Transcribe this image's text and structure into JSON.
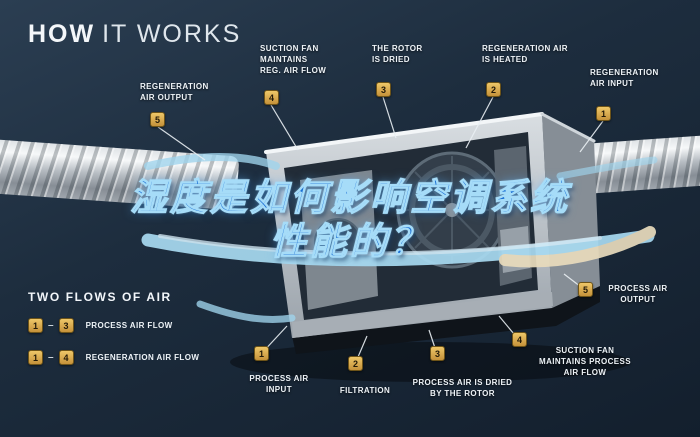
{
  "title": {
    "bold": "HOW",
    "light": "IT WORKS"
  },
  "overlay": {
    "text": "湿度是如何影响空调系统\n性能的？"
  },
  "legend": {
    "heading": "TWO FLOWS OF AIR",
    "rows": [
      {
        "start": "1",
        "end": "3",
        "label": "PROCESS AIR FLOW"
      },
      {
        "start": "1",
        "end": "4",
        "label": "REGENERATION AIR FLOW"
      }
    ]
  },
  "callouts": {
    "reg_output": {
      "num": "5",
      "label": "REGENERATION\nAIR OUTPUT"
    },
    "suction_reg": {
      "num": "4",
      "label": "SUCTION FAN\nMAINTAINS\nREG. AIR FLOW"
    },
    "rotor_dried": {
      "num": "3",
      "label": "THE ROTOR\nIS DRIED"
    },
    "reg_heated": {
      "num": "2",
      "label": "REGENERATION AIR\nIS HEATED"
    },
    "reg_input": {
      "num": "1",
      "label": "REGENERATION\nAIR INPUT"
    },
    "process_output": {
      "num": "5",
      "label": "PROCESS AIR\nOUTPUT"
    },
    "suction_process": {
      "num": "4",
      "label": "SUCTION FAN\nMAINTAINS PROCESS\nAIR FLOW"
    },
    "process_dried": {
      "num": "3",
      "label": "PROCESS AIR IS DRIED\nBY THE ROTOR"
    },
    "filtration": {
      "num": "2",
      "label": "FILTRATION"
    },
    "process_input": {
      "num": "1",
      "label": "PROCESS AIR\nINPUT"
    }
  },
  "colors": {
    "badge_gold": "#d9a847",
    "headline_blue": "#1a6fd4",
    "flow_blue": "#a8daf1",
    "flow_beige": "#e9dcbd",
    "background_navy": "#1d2d3e"
  }
}
